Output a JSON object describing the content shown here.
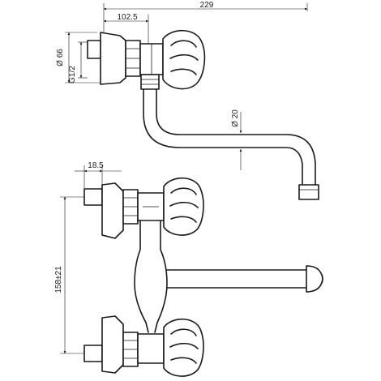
{
  "dimensions": {
    "overall_length": "229",
    "spout_offset": "102.5",
    "flange_diameter": "Ø 66",
    "thread": "G1/2",
    "spout_diameter": "Ø 20",
    "inlet_depth": "18.5",
    "center_distance": "158±21"
  },
  "colors": {
    "ink": "#1a1a1a",
    "background": "#ffffff"
  }
}
